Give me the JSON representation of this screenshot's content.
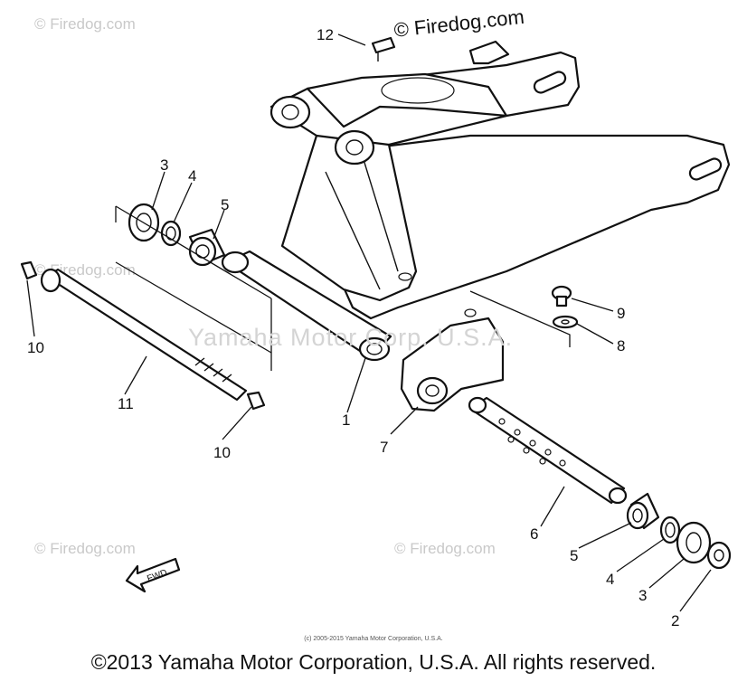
{
  "watermarks": {
    "site_top_right": "© Firedog.com",
    "site_faint": "© Firedog.com",
    "center": "Yamaha Motor Corp. U.S.A."
  },
  "callouts": {
    "c12": "12",
    "c3a": "3",
    "c4a": "4",
    "c5a": "5",
    "c10a": "10",
    "c11": "11",
    "c10b": "10",
    "c1": "1",
    "c9": "9",
    "c8": "8",
    "c7": "7",
    "c6": "6",
    "c5b": "5",
    "c4b": "4",
    "c3b": "3",
    "c2": "2"
  },
  "fwd_label": "FWD",
  "footer": {
    "small": "(c) 2005-2015 Yamaha Motor Corporation, U.S.A.",
    "large": "©2013 Yamaha Motor Corporation, U.S.A. All rights reserved."
  }
}
